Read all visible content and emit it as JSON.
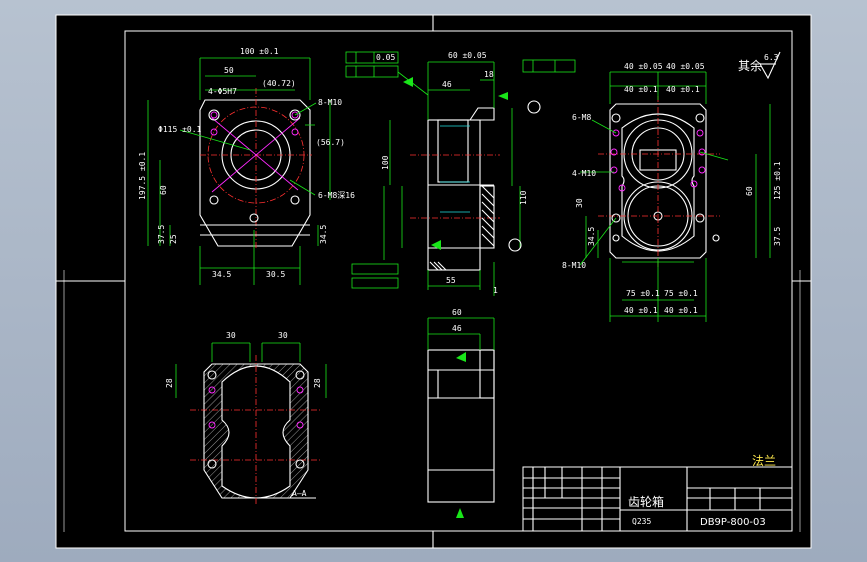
{
  "drawing": {
    "part_name": "齿轮箱",
    "drawing_no": "DB9P-800-03",
    "material": "Q235",
    "roughness_label": "其余",
    "roughness_value": "6.3",
    "section_label": "A—A",
    "surface_note": "法兰",
    "tolerance_note": "0.05"
  },
  "dims": {
    "front_top": "100 ±0.1",
    "front_50": "50",
    "front_72": "(40.72)",
    "front_hole_4": "4-Φ5H7",
    "front_thread": "8-M10",
    "front_115": "Φ115 ±0.1",
    "front_56": "(56.7)",
    "front_6m": "6-M8深16",
    "front_height": "197.5 ±0.1",
    "front_60": "60",
    "front_37": "37.5",
    "front_25": "25",
    "front_34": "34.5",
    "front_left": "34.5",
    "front_right": "30.5",
    "side_60": "60 ±0.05",
    "side_18": "18",
    "side_46": "46",
    "side_100": "100",
    "side_110": "110",
    "side_55": "55",
    "side_1": "1",
    "right_40a": "40 ±0.05",
    "right_40b": "40 ±0.05",
    "right_40c": "40 ±0.1",
    "right_40d": "40 ±0.1",
    "right_6m": "6-M8",
    "right_4m": "4-M10",
    "right_8m": "8-M10",
    "right_h": "125 ±0.1",
    "right_37": "37.5",
    "right_60": "60",
    "right_30": "30",
    "right_34": "34.5",
    "right_75a": "75 ±0.1",
    "right_75b": "75 ±0.1",
    "right_40e": "40 ±0.1",
    "right_40f": "40 ±0.1",
    "sect_30a": "30",
    "sect_30b": "30",
    "sect_28a": "28",
    "sect_28b": "28",
    "bot_46": "46",
    "bot_60": "60"
  }
}
